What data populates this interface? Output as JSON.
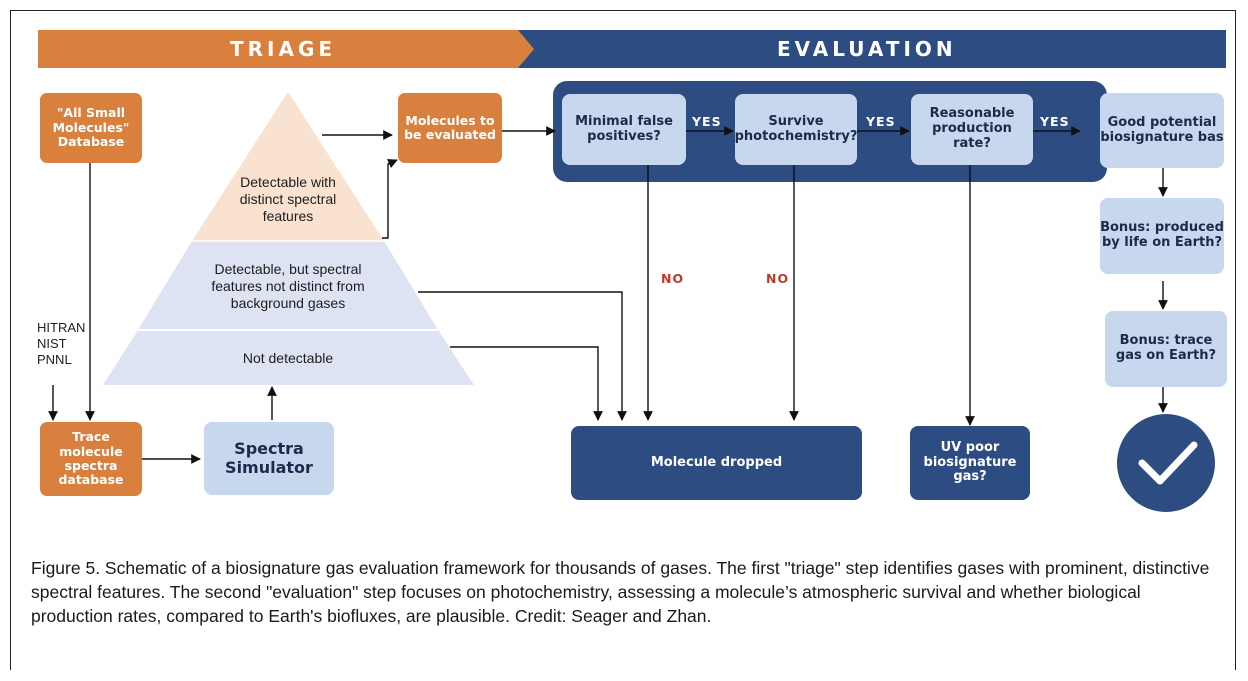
{
  "banner": {
    "triage": "TRIAGE",
    "evaluation": "EVALUATION"
  },
  "colors": {
    "orange": "#d9803e",
    "navy": "#2d4c82",
    "light_blue": "#c7d7ee",
    "peach": "#f9e2d0",
    "pyramid_blue": "#dde3f2"
  },
  "triage": {
    "database": "\"All Small Molecules\" Database",
    "to_evaluate": "Molecules to be evaluated",
    "pyramid": {
      "top": "Detectable with distinct spectral features",
      "middle": "Detectable, but spectral features not distinct from background gases",
      "bottom": "Not detectable"
    },
    "sources": [
      "HITRAN",
      "NIST",
      "PNNL"
    ],
    "trace_db": "Trace molecule spectra database",
    "simulator": "Spectra Simulator"
  },
  "evaluation": {
    "checks": [
      "Minimal false positives?",
      "Survive photochemistry?",
      "Reasonable production rate?"
    ],
    "yes_label": "YES",
    "no_label": "NO",
    "good": "Good potential biosignature bas",
    "bonus_life": "Bonus: produced by life on Earth?",
    "bonus_trace": "Bonus: trace gas on Earth?",
    "dropped": "Molecule dropped",
    "uv_poor": "UV poor biosignature gas?"
  },
  "caption": "Figure 5. Schematic of a biosignature gas evaluation framework for thousands of gases. The first \"triage\" step identifies gases with prominent, distinctive spectral features. The second \"evaluation\" step focuses on photochemistry, assessing a molecule’s atmospheric survival and whether biological production rates, compared to Earth's biofluxes, are plausible. Credit: Seager and Zhan."
}
